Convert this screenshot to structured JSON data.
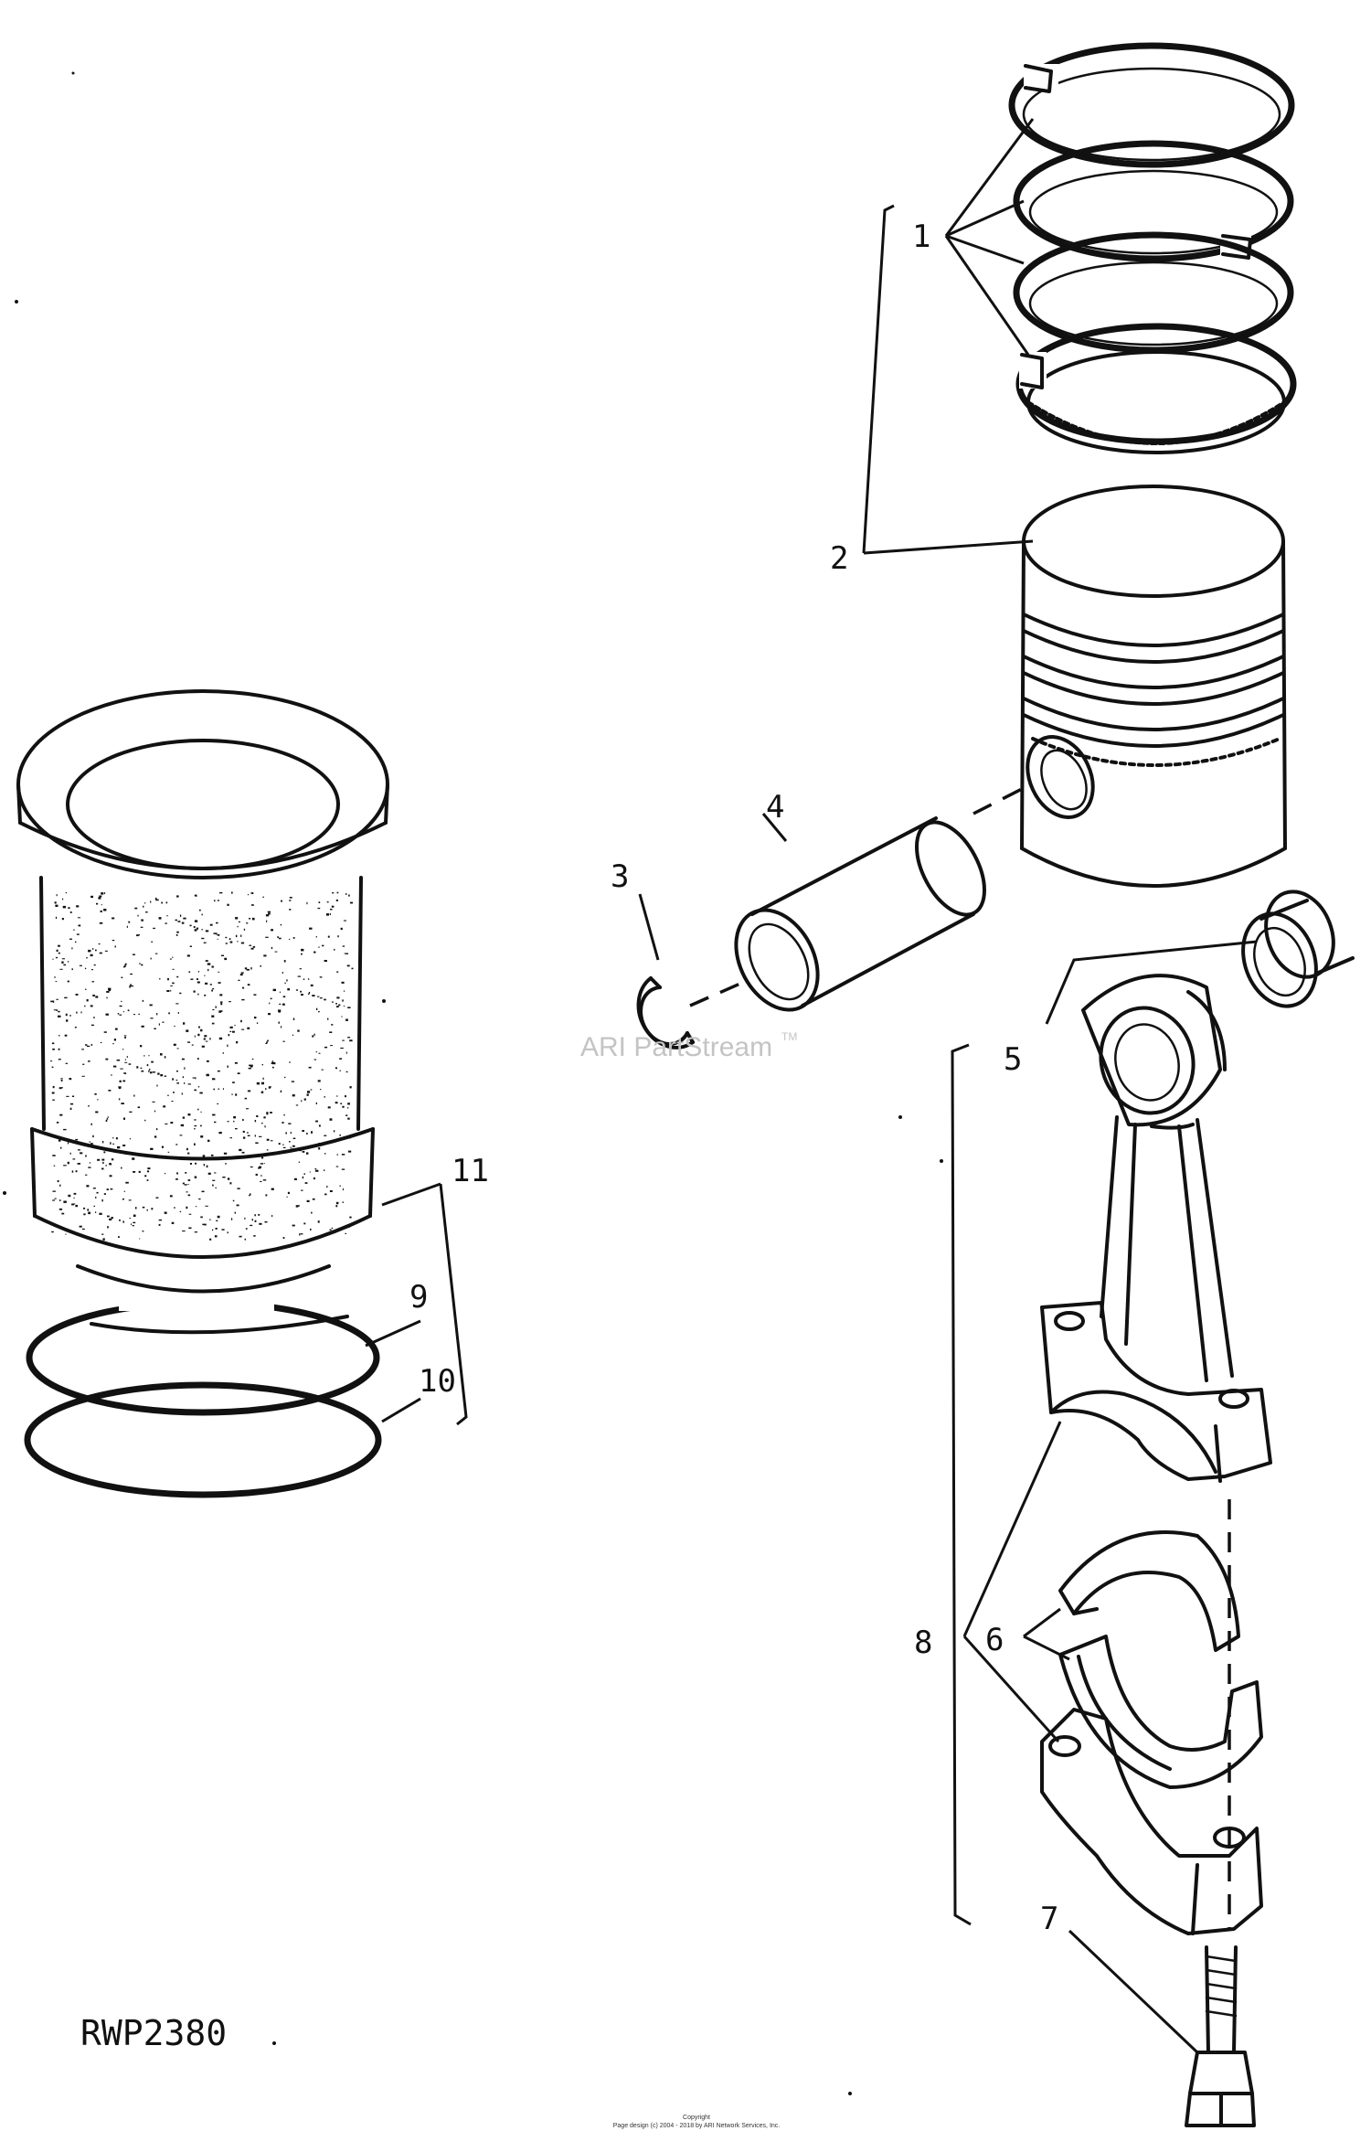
{
  "watermark": {
    "text": "ARI PartStream",
    "trademark": "TM"
  },
  "figure_id": "RWP2380",
  "copyright": {
    "heading": "Copyright",
    "line": "Page design (c) 2004 - 2018 by ARI Network Services, Inc."
  },
  "callouts": {
    "c1": "1",
    "c2": "2",
    "c3": "3",
    "c4": "4",
    "c5": "5",
    "c6": "6",
    "c7": "7",
    "c8": "8",
    "c9": "9",
    "c10": "10",
    "c11": "11"
  },
  "colors": {
    "ink": "#111111",
    "paper": "#ffffff",
    "watermark": "#c4c4c4"
  }
}
